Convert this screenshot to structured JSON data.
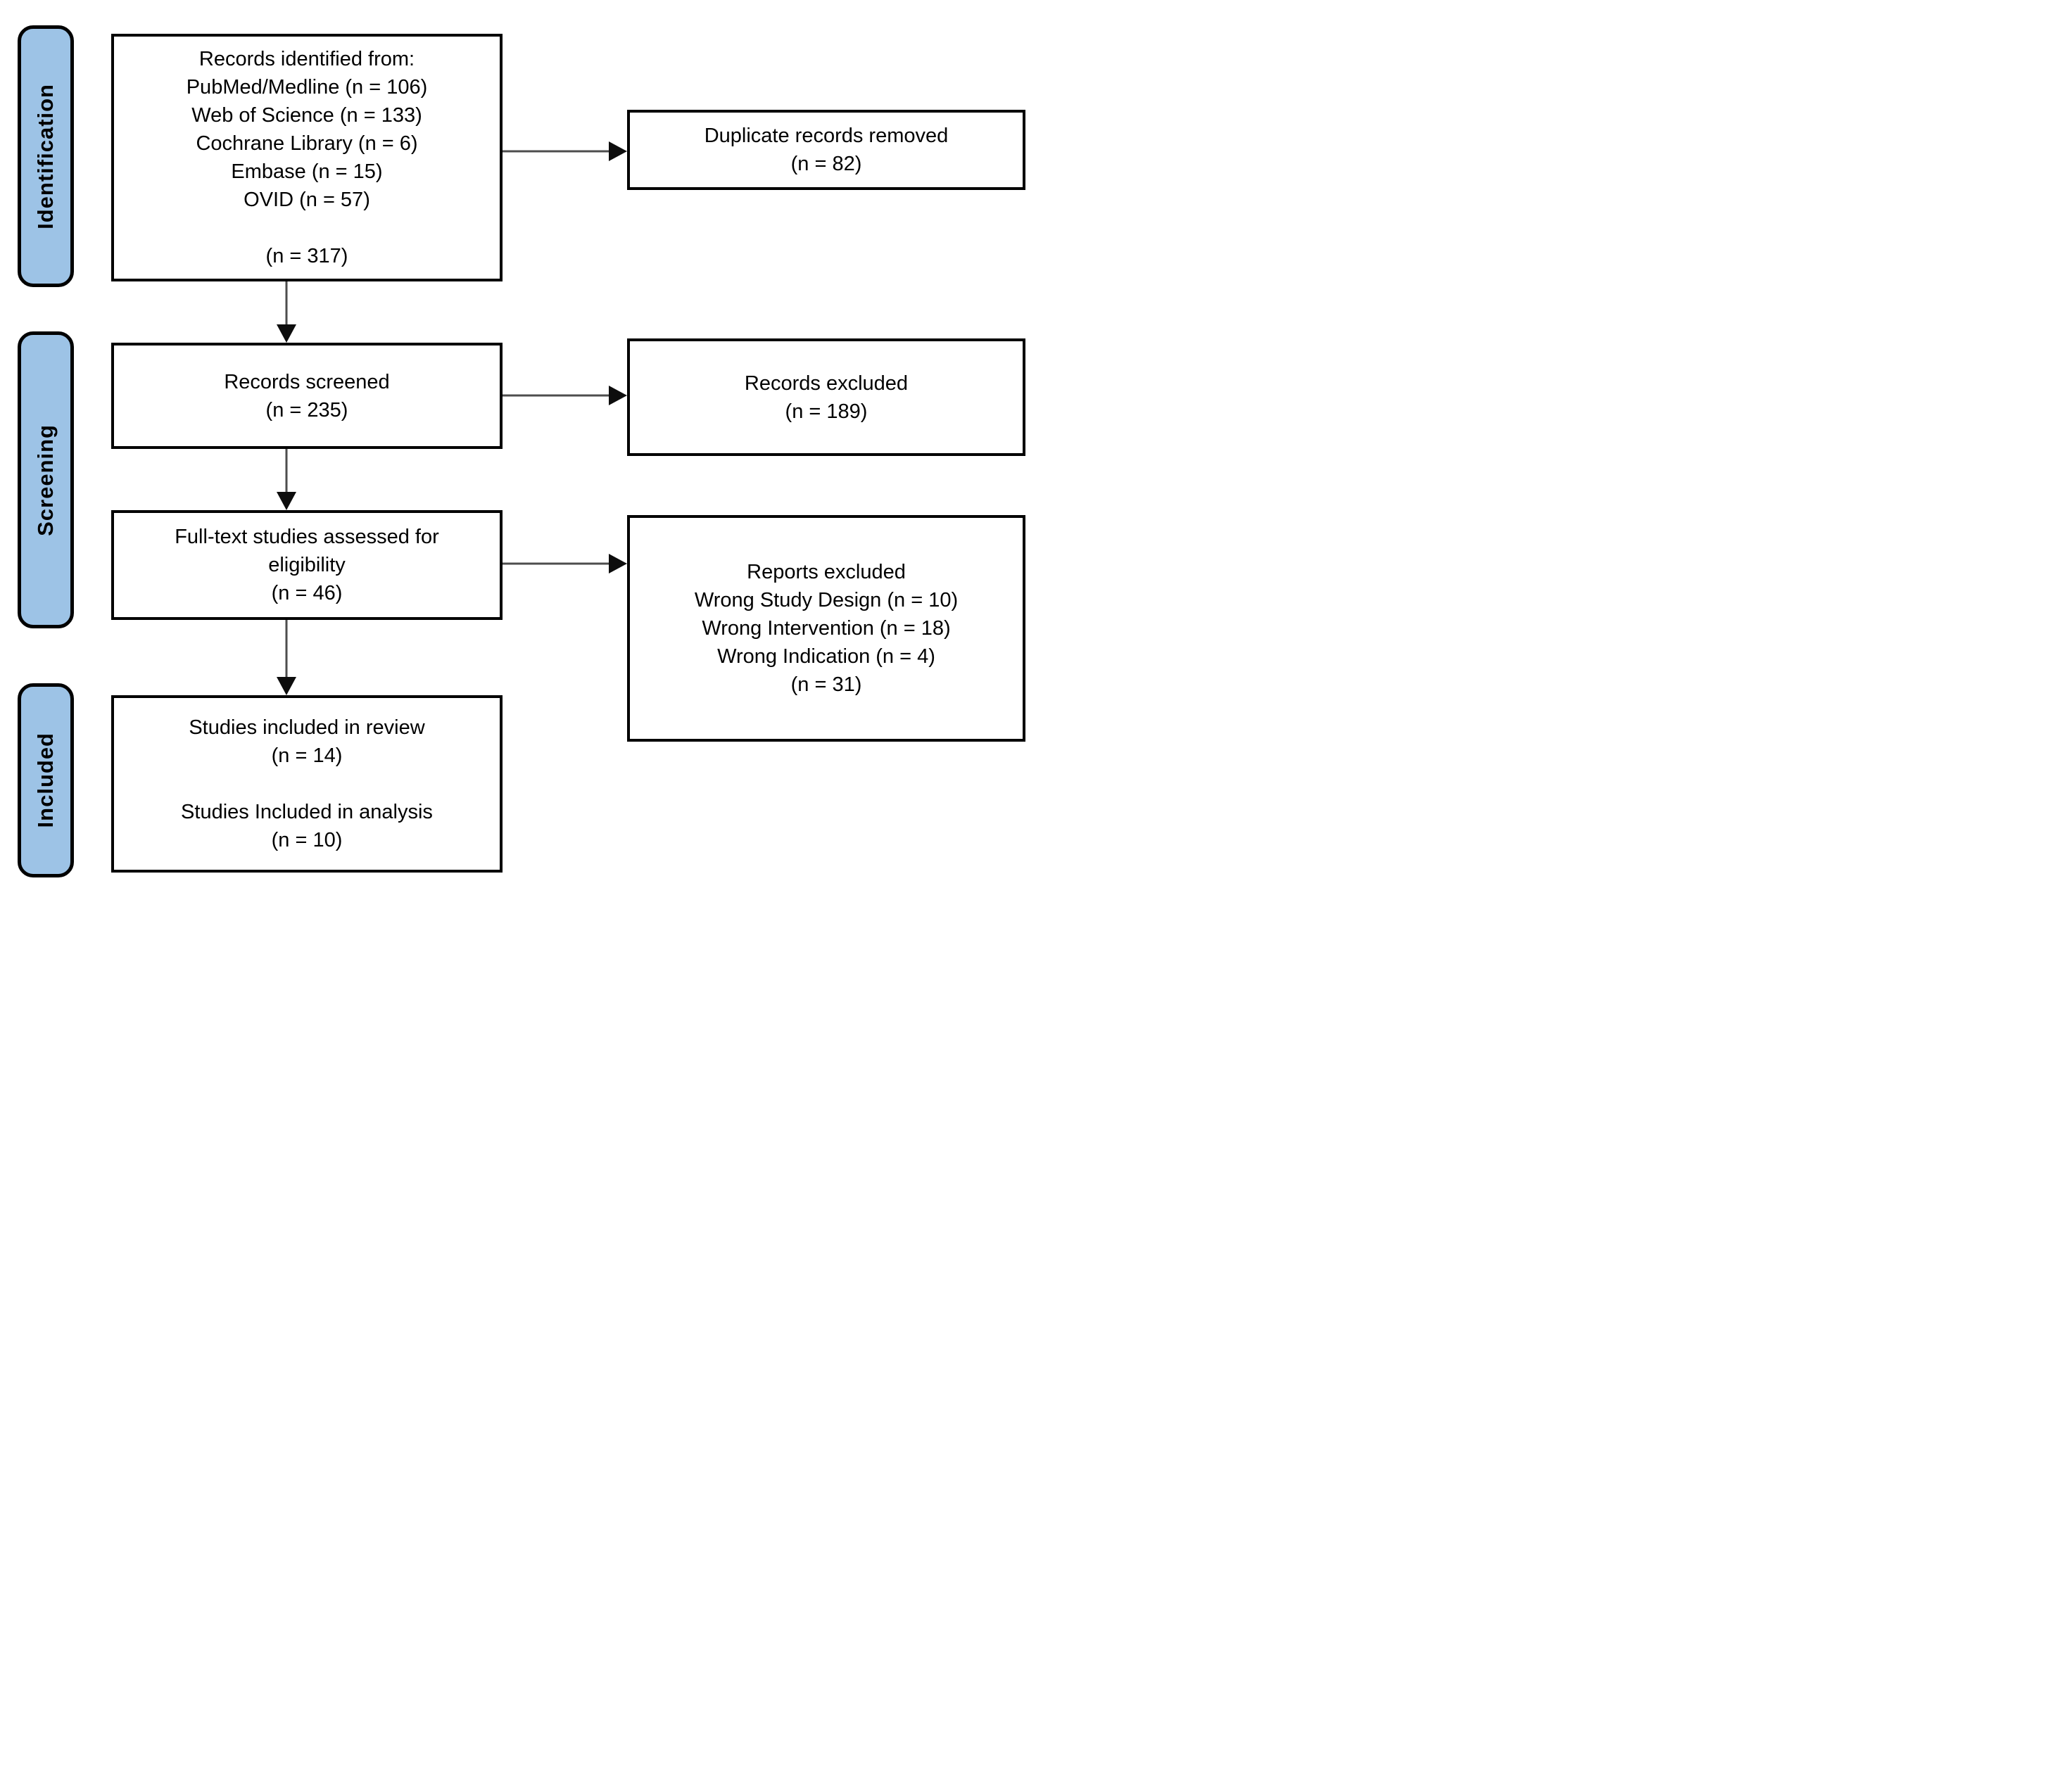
{
  "diagram": {
    "kind": "prisma-flow-diagram"
  },
  "sidebar": {
    "identification": "Identification",
    "screening": "Screening",
    "included": "Included"
  },
  "boxes": {
    "records_identified": {
      "lines": [
        "Records identified from:",
        "PubMed/Medline (n = 106)",
        "Web of Science (n = 133)",
        "Cochrane Library (n = 6)",
        "Embase (n = 15)",
        "OVID (n = 57)",
        "",
        "(n = 317)"
      ]
    },
    "duplicates_removed": {
      "lines": [
        "Duplicate records removed",
        "(n = 82)"
      ]
    },
    "records_screened": {
      "lines": [
        "Records screened",
        "(n = 235)"
      ]
    },
    "records_excluded": {
      "lines": [
        "Records excluded",
        "(n = 189)"
      ]
    },
    "fulltext_assessed": {
      "lines": [
        "Full-text studies assessed for",
        "eligibility",
        "(n = 46)"
      ]
    },
    "reports_excluded": {
      "lines": [
        "Reports excluded",
        "Wrong Study Design (n = 10)",
        "Wrong Intervention (n = 18)",
        "Wrong Indication (n = 4)",
        "(n = 31)"
      ]
    },
    "studies_included": {
      "lines": [
        "Studies included in review",
        "(n = 14)",
        "",
        "Studies Included in analysis",
        "(n = 10)"
      ]
    }
  },
  "colors": {
    "stage_fill": "#9DC3E6",
    "box_border": "#000000",
    "arrow_stem": "#4d4d4d",
    "arrow_head": "#0d0d0d",
    "text": "#000000"
  }
}
